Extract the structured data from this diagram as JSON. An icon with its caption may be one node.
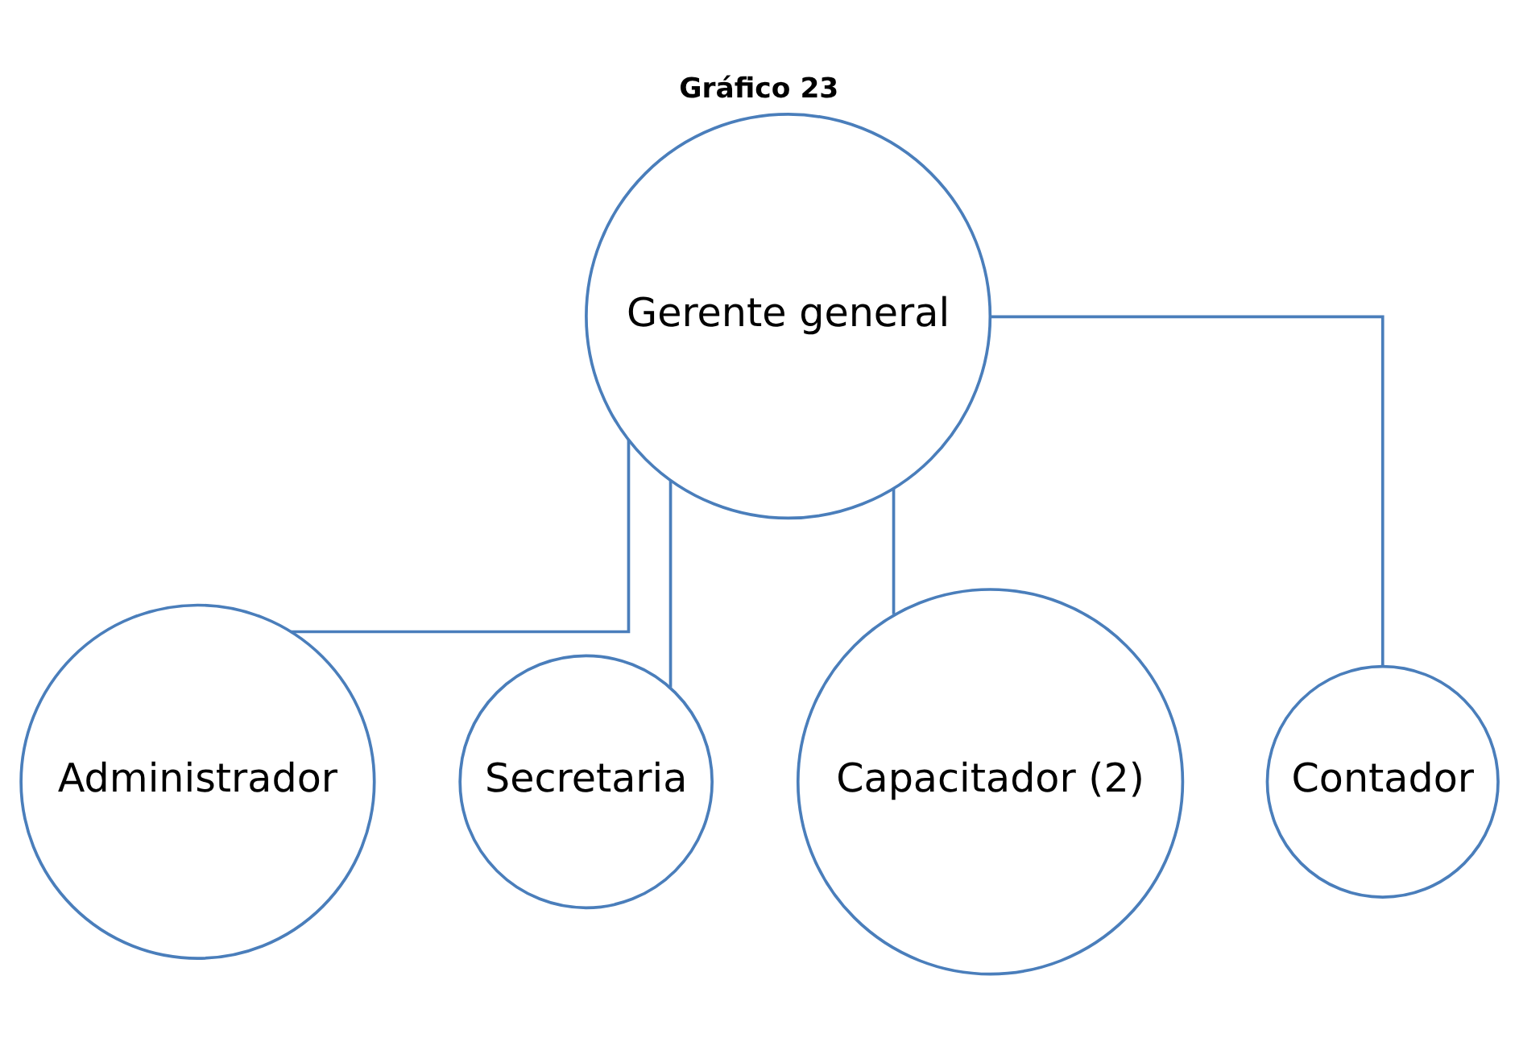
{
  "diagram": {
    "title": "Gráfico 23",
    "nodes": [
      {
        "text": [
          "Gerente general"
        ]
      },
      {
        "text": [
          "Administrador"
        ]
      },
      {
        "text": [
          "Secretaria"
        ]
      },
      {
        "text": [
          "Capacitador (2)"
        ]
      },
      {
        "text": [
          "Contador"
        ]
      }
    ],
    "edges": [
      {
        "from": 0,
        "to": 1,
        "arrow": "none"
      },
      {
        "from": 0,
        "to": 2,
        "arrow": "none"
      },
      {
        "from": 0,
        "to": 3,
        "arrow": "none"
      },
      {
        "from": 0,
        "to": 4,
        "arrow": "none"
      }
    ]
  }
}
